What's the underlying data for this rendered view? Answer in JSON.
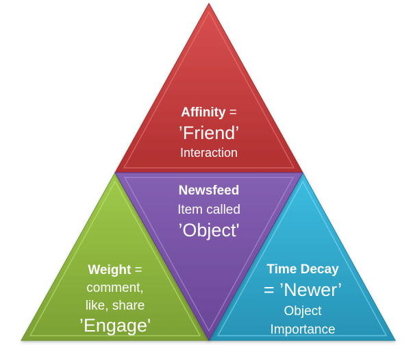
{
  "diagram": {
    "top": {
      "name": "Affinity",
      "line1_bold": "Affinity",
      "line1_rest": " =",
      "line2": "’Friend’",
      "line3": "Interaction",
      "color": "#c0393b"
    },
    "center": {
      "line1_bold": "Newsfeed",
      "line2": "Item called",
      "line3": "’Object'",
      "color": "#7b55a8"
    },
    "left": {
      "line1_bold": "Weight",
      "line1_rest": " =",
      "line2": "comment,",
      "line3": "like, share",
      "line4": "’Engage'",
      "color": "#8db43c"
    },
    "right": {
      "line1_bold": "Time Decay",
      "line2": "= ’Newer’",
      "line3": "Object",
      "line4": "Importance",
      "color": "#2ea3c6"
    }
  }
}
